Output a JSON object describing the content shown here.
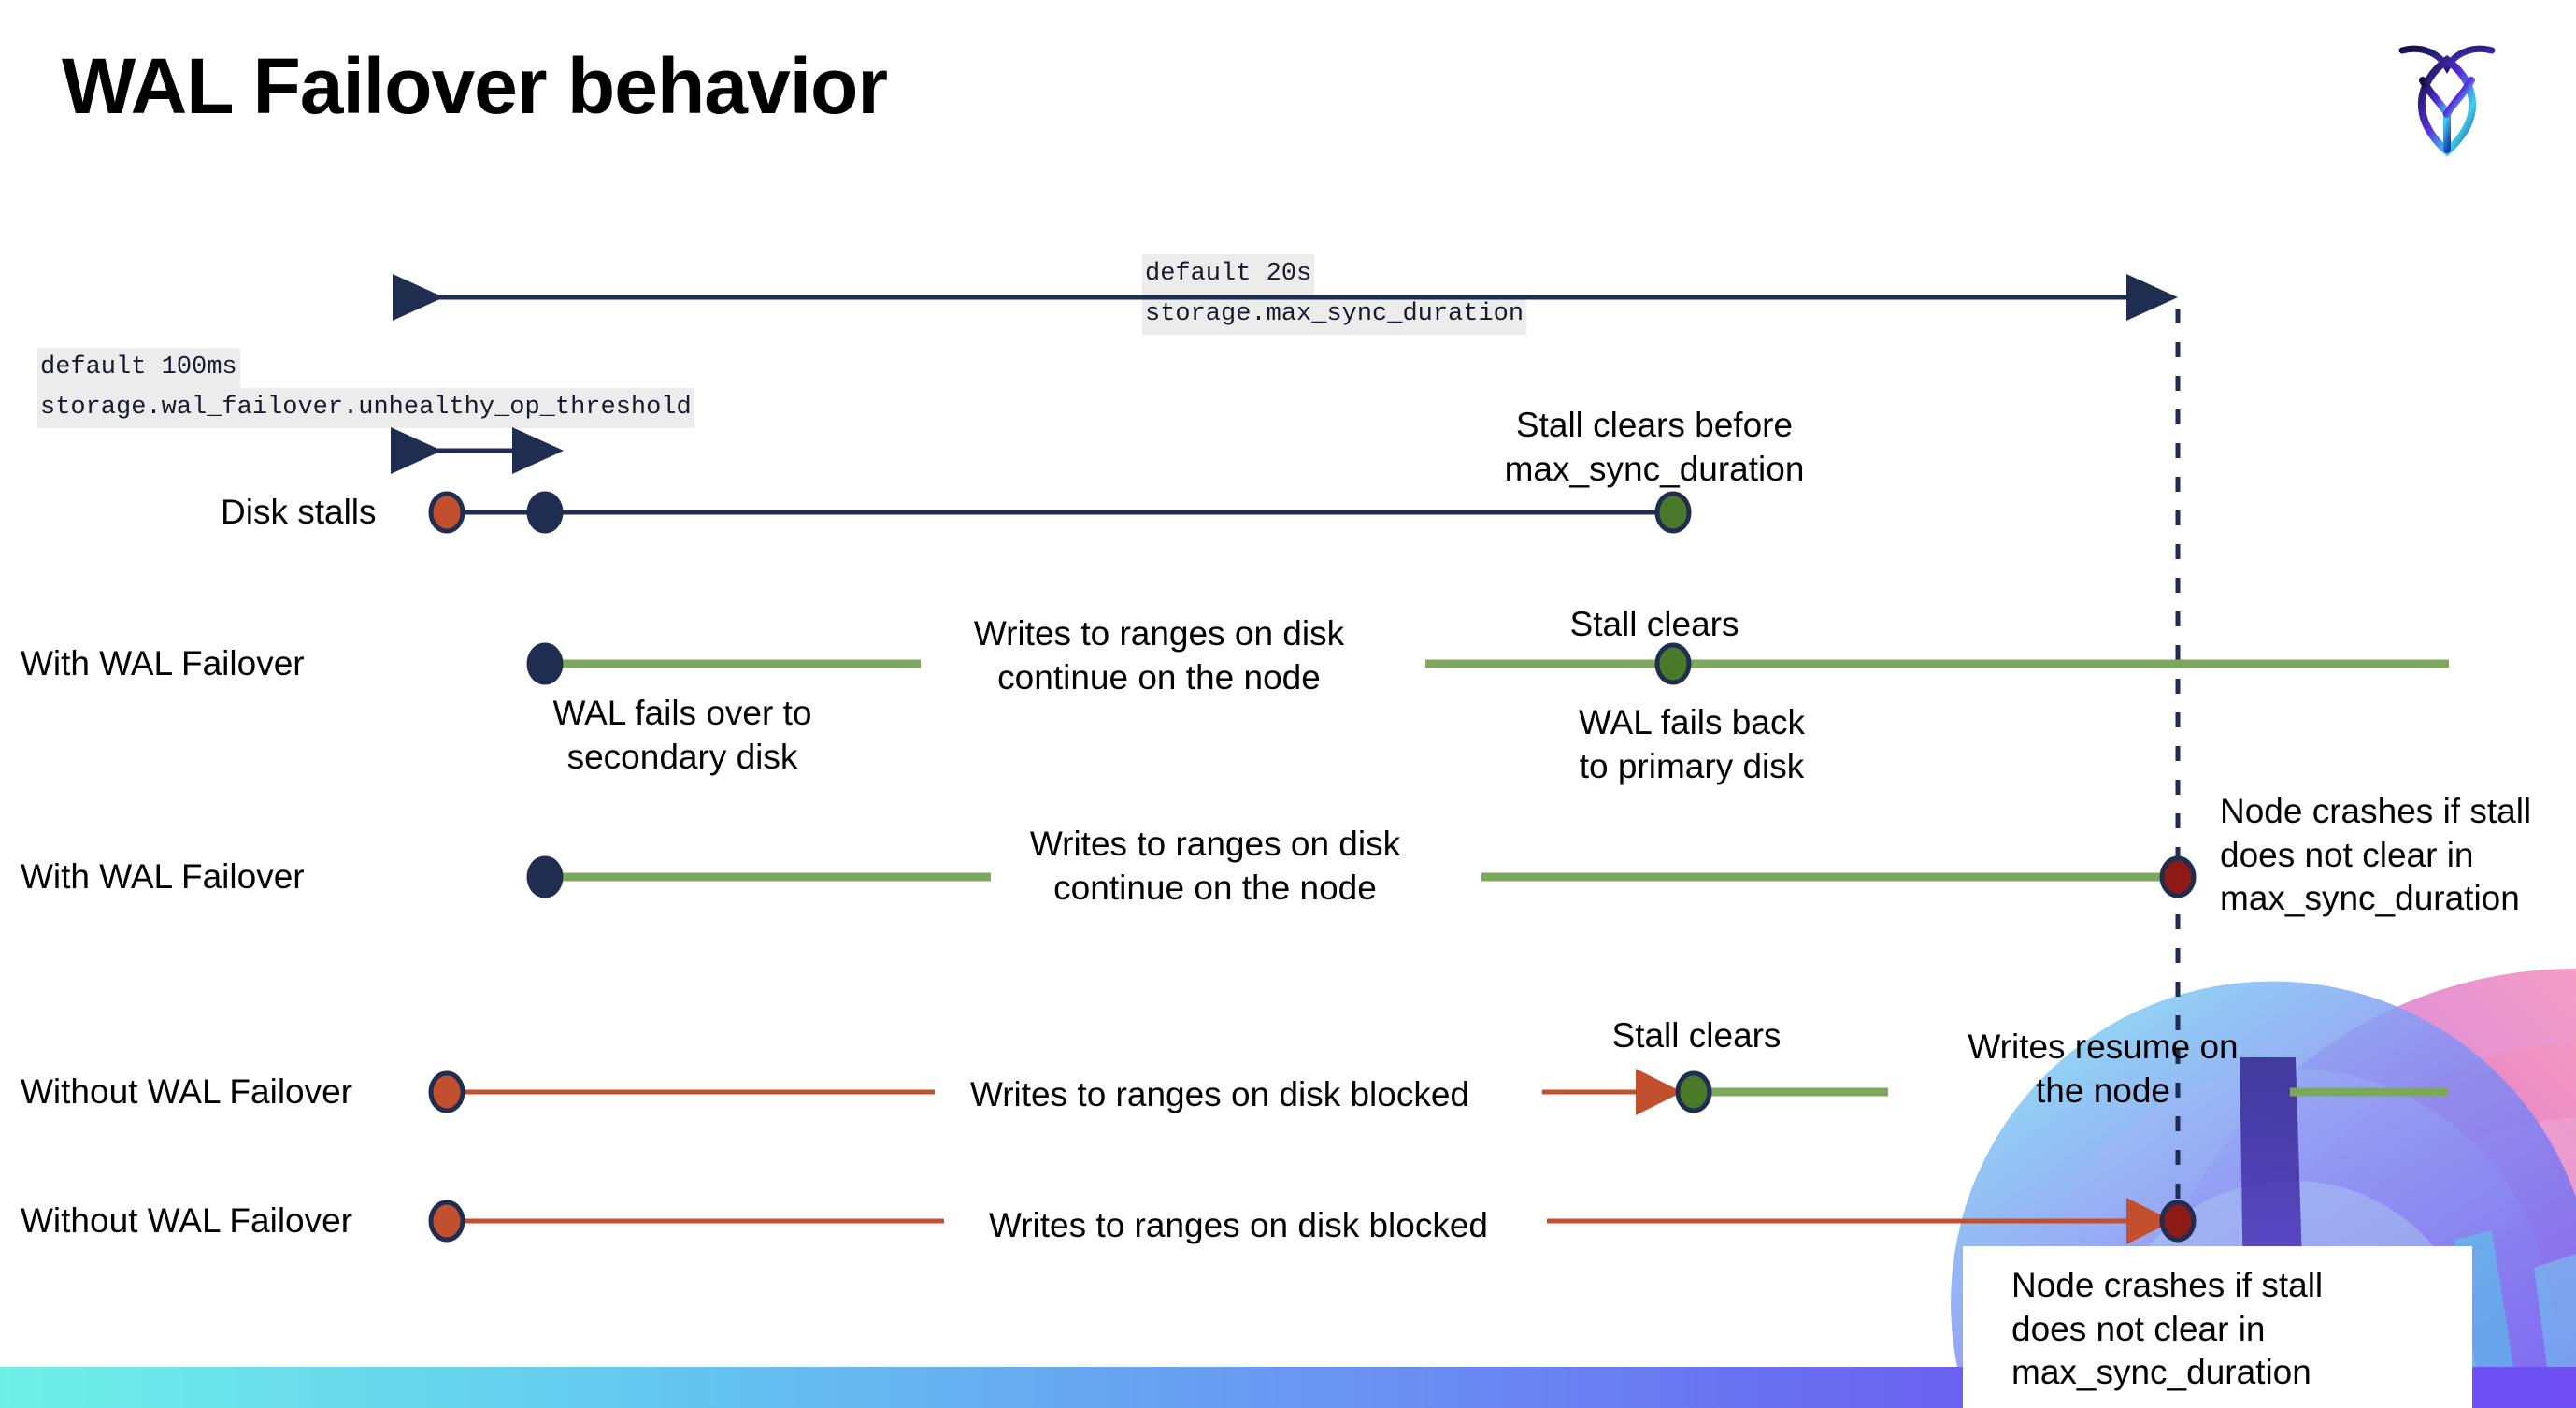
{
  "slide": {
    "title": "WAL Failover behavior",
    "logo_name": "cockroachdb-logo"
  },
  "settings": [
    {
      "id": "max-sync-duration",
      "default": "default 20s",
      "name": "storage.max_sync_duration"
    },
    {
      "id": "unhealthy-op-threshold",
      "default": "default 100ms",
      "name": "storage.wal_failover.unhealthy_op_threshold"
    }
  ],
  "rows": [
    {
      "id": "disk-stalls",
      "label": "Disk stalls"
    },
    {
      "id": "with-wal-failover-1",
      "label": "With WAL Failover"
    },
    {
      "id": "with-wal-failover-2",
      "label": "With WAL Failover"
    },
    {
      "id": "without-wal-failover-1",
      "label": "Without WAL Failover"
    },
    {
      "id": "without-wal-failover-2",
      "label": "Without WAL Failover"
    }
  ],
  "annotations": {
    "stall_clears_before": "Stall clears before\nmax_sync_duration",
    "stall_clears_a": "Stall clears",
    "stall_clears_b": "Stall clears",
    "writes_continue_a": "Writes to ranges on disk\ncontinue on the node",
    "writes_continue_b": "Writes to ranges on disk\ncontinue on the node",
    "wal_fails_over": "WAL fails over to\nsecondary disk",
    "wal_fails_back": "WAL fails  back\nto primary disk",
    "node_crashes_a": "Node crashes if stall\ndoes not clear in\nmax_sync_duration",
    "node_crashes_b": "Node crashes if stall\ndoes not clear in\nmax_sync_duration",
    "writes_blocked_a": "Writes to ranges on disk  blocked",
    "writes_blocked_b": "Writes to ranges on disk  blocked",
    "writes_resume": "Writes resume on\nthe node"
  },
  "colors": {
    "navy": "#1F2D50",
    "green_line": "#7CA85C",
    "green_dot": "#4A7A29",
    "orange": "#C2502F",
    "dark_red": "#8C1A17",
    "code_bg": "#ECECEC",
    "bar_gradient_start": "#6EF0E6",
    "bar_gradient_end": "#6F4FF2"
  }
}
